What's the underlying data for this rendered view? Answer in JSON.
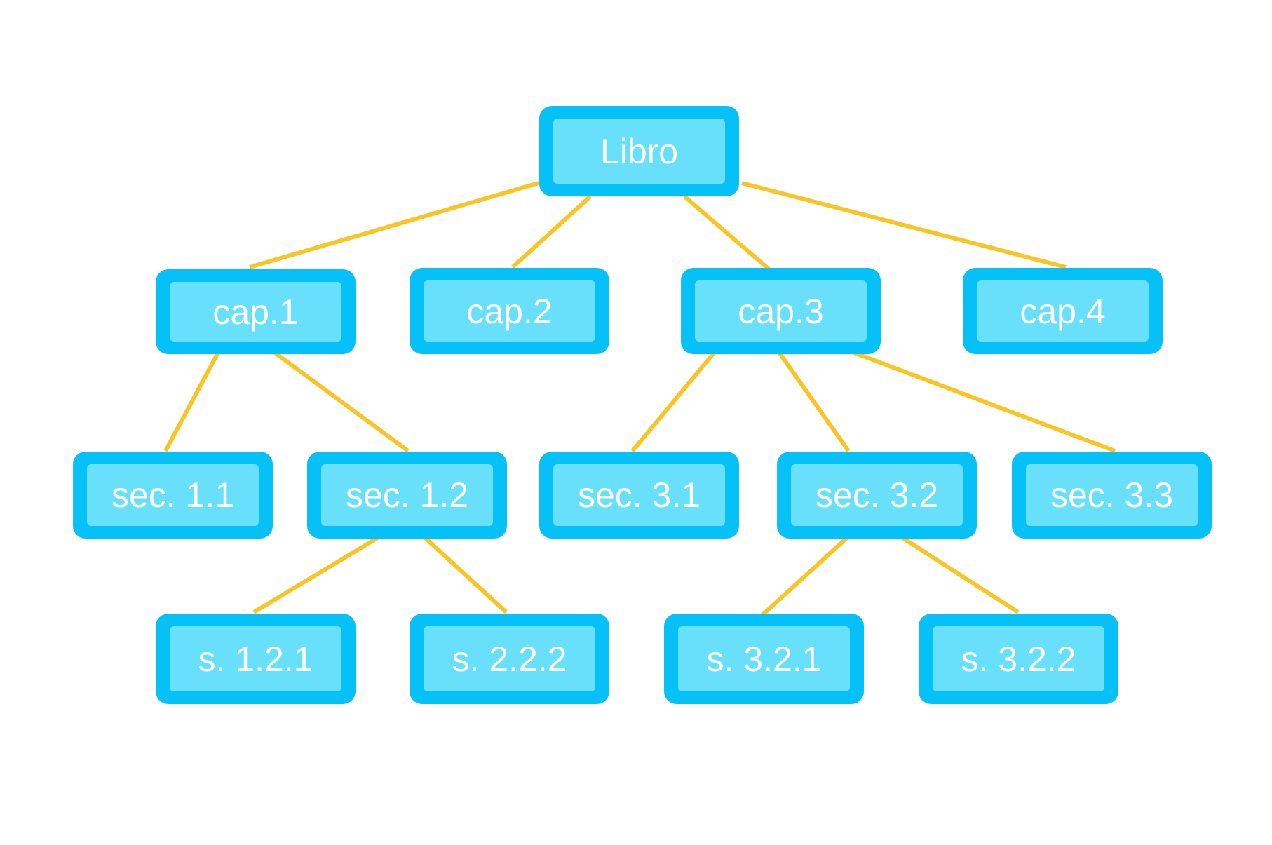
{
  "diagram": {
    "type": "tree",
    "colors": {
      "node_outer": "#06c1f7",
      "node_inner": "#68dffb",
      "text": "#ffffff",
      "edge": "#f8c524",
      "background": "#ffffff"
    },
    "nodes": {
      "root": "Libro",
      "cap1": "cap.1",
      "cap2": "cap.2",
      "cap3": "cap.3",
      "cap4": "cap.4",
      "sec11": "sec. 1.1",
      "sec12": "sec. 1.2",
      "sec31": "sec. 3.1",
      "sec32": "sec. 3.2",
      "sec33": "sec. 3.3",
      "s121": "s. 1.2.1",
      "s222": "s. 2.2.2",
      "s321": "s. 3.2.1",
      "s322": "s. 3.2.2"
    },
    "edges": [
      [
        "root",
        "cap1"
      ],
      [
        "root",
        "cap2"
      ],
      [
        "root",
        "cap3"
      ],
      [
        "root",
        "cap4"
      ],
      [
        "cap1",
        "sec11"
      ],
      [
        "cap1",
        "sec12"
      ],
      [
        "cap3",
        "sec31"
      ],
      [
        "cap3",
        "sec32"
      ],
      [
        "cap3",
        "sec33"
      ],
      [
        "sec12",
        "s121"
      ],
      [
        "sec12",
        "s222"
      ],
      [
        "sec32",
        "s321"
      ],
      [
        "sec32",
        "s322"
      ]
    ]
  }
}
